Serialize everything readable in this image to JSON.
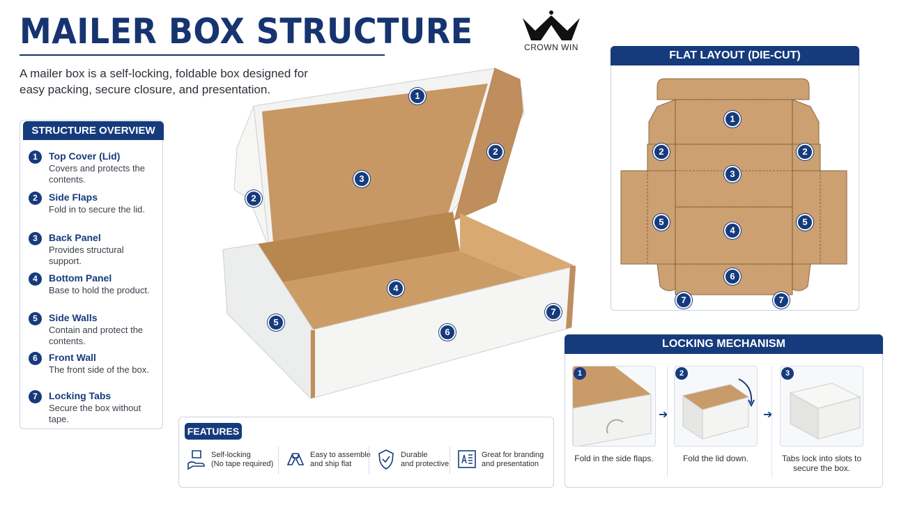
{
  "header": {
    "title": "MAILER BOX STRUCTURE",
    "intro": "A mailer box is a self-locking, foldable box designed for easy packing, secure closure, and presentation."
  },
  "logo": {
    "text": "CROWN WIN"
  },
  "overview": {
    "heading": "STRUCTURE OVERVIEW",
    "items": [
      {
        "num": "1",
        "title": "Top Cover (Lid)",
        "desc": "Covers and protects the contents."
      },
      {
        "num": "2",
        "title": "Side Flaps",
        "desc": "Fold in to secure the lid."
      },
      {
        "num": "3",
        "title": "Back Panel",
        "desc": "Provides structural support."
      },
      {
        "num": "4",
        "title": "Bottom Panel",
        "desc": "Base to hold the product."
      },
      {
        "num": "5",
        "title": "Side Walls",
        "desc": "Contain and protect the contents."
      },
      {
        "num": "6",
        "title": "Front Wall",
        "desc": "The front side of the box."
      },
      {
        "num": "7",
        "title": "Locking Tabs",
        "desc": "Secure the box without tape."
      }
    ]
  },
  "box_labels": [
    "1",
    "2",
    "2",
    "3",
    "4",
    "5",
    "6",
    "7"
  ],
  "flat_layout": {
    "heading": "FLAT LAYOUT (DIE-CUT)",
    "labels": [
      "1",
      "2",
      "2",
      "3",
      "5",
      "4",
      "5",
      "6",
      "7",
      "7"
    ]
  },
  "locking": {
    "heading": "LOCKING MECHANISM",
    "steps": [
      {
        "num": "1",
        "caption": "Fold in the side flaps."
      },
      {
        "num": "2",
        "caption": "Fold the lid down."
      },
      {
        "num": "3",
        "caption": "Tabs lock into slots to secure the box."
      }
    ]
  },
  "features": {
    "heading": "FEATURES",
    "items": [
      {
        "icon": "box-hand-icon",
        "line1": "Self-locking",
        "line2": "(No tape required)"
      },
      {
        "icon": "hands-icon",
        "line1": "Easy to assemble",
        "line2": "and ship flat"
      },
      {
        "icon": "shield-icon",
        "line1": "Durable",
        "line2": "and protective"
      },
      {
        "icon": "branding-icon",
        "line1": "Great for branding",
        "line2": "and presentation"
      }
    ]
  },
  "colors": {
    "navy": "#163b7d",
    "kraft": "#c99b68",
    "white_board": "#f4f5f7"
  }
}
